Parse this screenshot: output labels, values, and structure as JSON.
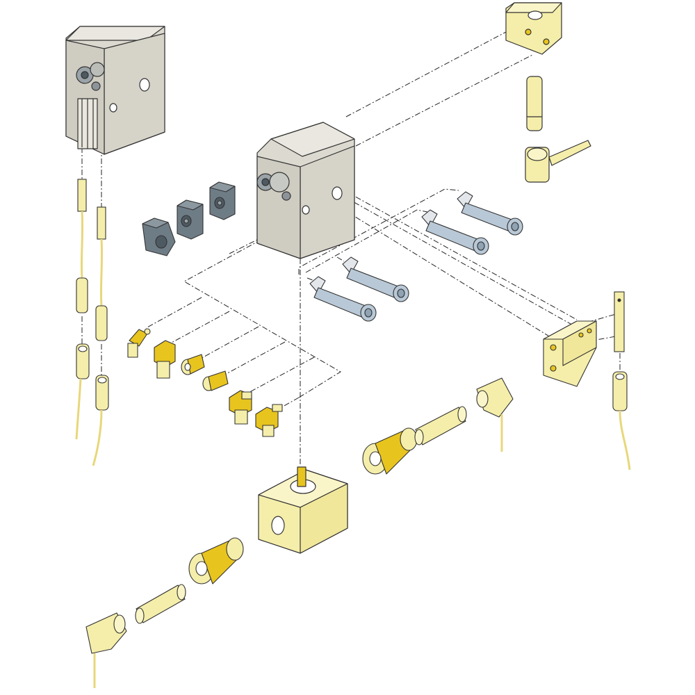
{
  "diagram": {
    "type": "exploded-assembly-view",
    "colors": {
      "housing": "#dcdad0",
      "housing_dark": "#bdbab0",
      "housing_side": "#cfccc2",
      "steel_blue": "#b8c8d6",
      "steel_dark": "#8fa3b3",
      "clamp_gray": "#6e7c86",
      "clamp_dark": "#4e5a62",
      "accessory_yellow": "#f5eeaa",
      "fitting_yellow": "#e8c41e",
      "outline": "#333333",
      "leader_line": "#222222"
    },
    "parts": [
      "gripper-housing-small",
      "gripper-housing-main",
      "sensor-bracket-top",
      "sensor-plug-top",
      "angled-connector-top",
      "clamp-block-1",
      "clamp-block-2",
      "clamp-block-3",
      "mounting-screw-1",
      "mounting-screw-2",
      "mounting-screw-3",
      "mounting-screw-4",
      "proximity-sensor-left-1",
      "proximity-sensor-left-2",
      "sensor-cable-left-1",
      "sensor-cable-left-2",
      "pneumatic-fitting-1",
      "pneumatic-fitting-2",
      "pneumatic-fitting-3",
      "pneumatic-fitting-4",
      "pneumatic-fitting-5",
      "pneumatic-fitting-6",
      "sensor-mounting-plate-right",
      "sensor-right",
      "sensor-cable-right",
      "cable-gland-center",
      "sensor-plug-center",
      "angled-connector-center",
      "adapter-block",
      "cable-gland-bottom",
      "sensor-plug-bottom",
      "angled-connector-bottom"
    ]
  }
}
